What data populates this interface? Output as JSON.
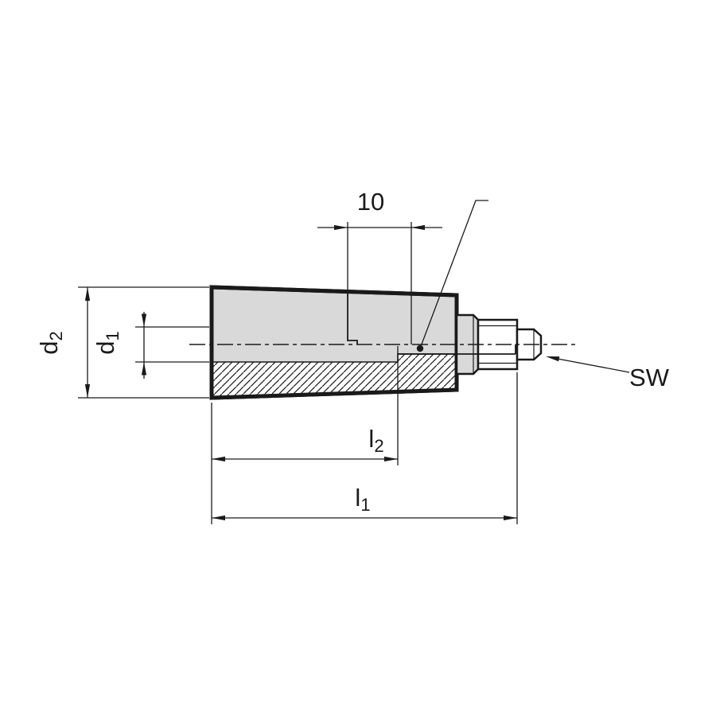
{
  "figure": {
    "type": "technical-drawing-cross-section",
    "description": "Side cross-section of a tapered machine handle with threaded stud and wrench flats",
    "labels": {
      "dim_10": "10",
      "d2": {
        "base": "d",
        "sub": "2"
      },
      "d1": {
        "base": "d",
        "sub": "1"
      },
      "l2": {
        "base": "l",
        "sub": "2"
      },
      "l1": {
        "base": "l",
        "sub": "1"
      },
      "sw": "SW"
    },
    "colors": {
      "line": "#1a1a1a",
      "body_fill": "#d9d9d9",
      "hatch_fill": "#ffffff",
      "background": "#ffffff"
    }
  }
}
